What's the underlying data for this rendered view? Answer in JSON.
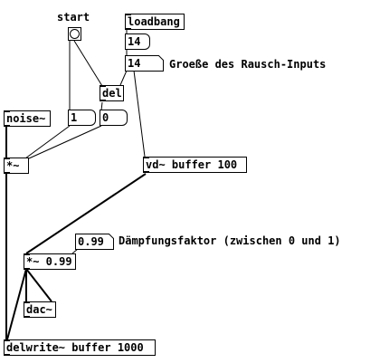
{
  "patch": {
    "bang_label": "start",
    "loadbang": "loadbang",
    "msg_14_top": "14",
    "num_14": "14",
    "num_14_comment": "Groeße des Rausch-Inputs",
    "del": "del",
    "noise": "noise~",
    "msg_1": "1",
    "msg_0": "0",
    "mult": "*~",
    "vd": "vd~ buffer 100",
    "num_099": "0.99",
    "num_099_comment": "Dämpfungsfaktor (zwischen 0 und 1)",
    "mult_099": "*~ 0.99",
    "dac": "dac~",
    "delwrite": "delwrite~ buffer 1000"
  }
}
